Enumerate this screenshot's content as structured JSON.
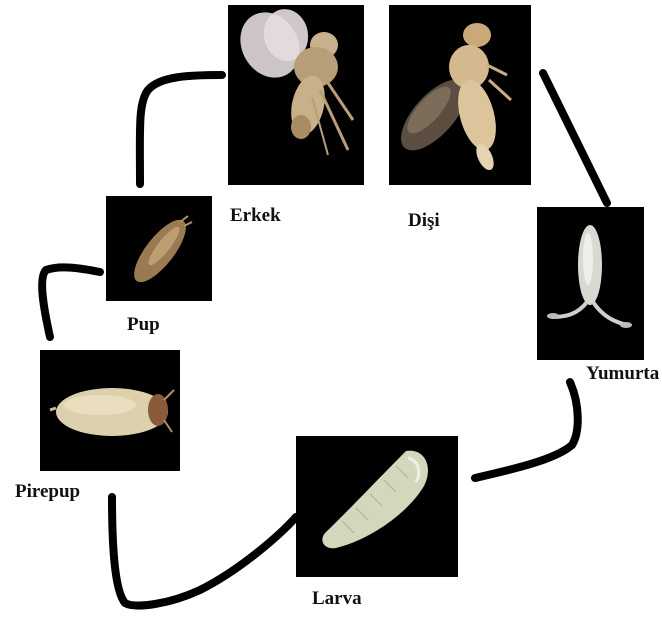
{
  "stages": {
    "male": {
      "label": "Erkek",
      "icon": "adult-male-fly-icon"
    },
    "female": {
      "label": "Dişi",
      "icon": "adult-female-fly-icon"
    },
    "egg": {
      "label": "Yumurta",
      "icon": "egg-icon"
    },
    "larva": {
      "label": "Larva",
      "icon": "larva-icon"
    },
    "prepupa": {
      "label": "Pirepup",
      "icon": "prepupa-icon"
    },
    "pupa": {
      "label": "Pup",
      "icon": "pupa-icon"
    }
  },
  "colors": {
    "background": "#ffffff",
    "photo_background": "#000000",
    "connector": "#000000",
    "label_text": "#111111"
  }
}
